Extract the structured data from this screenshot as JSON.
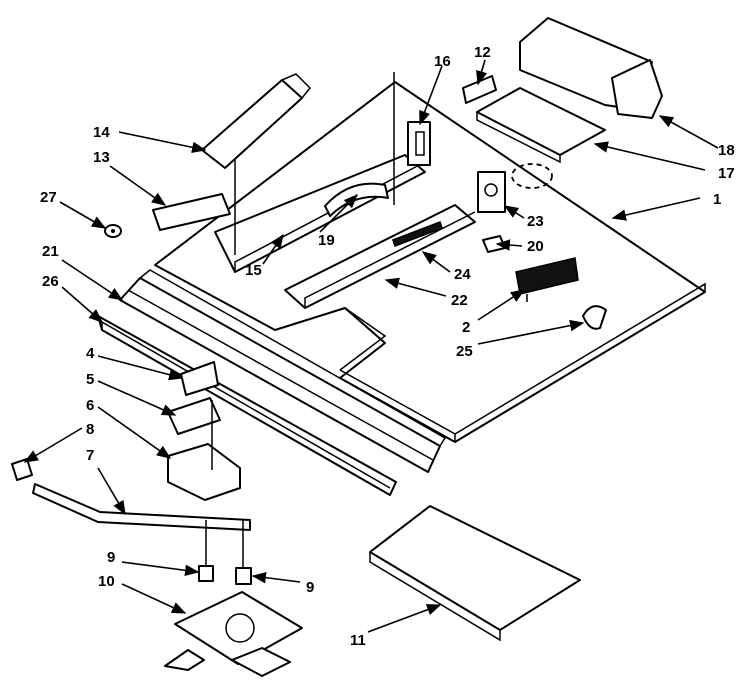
{
  "callouts": {
    "c1": "1",
    "c2": "2",
    "c4": "4",
    "c5": "5",
    "c6": "6",
    "c7": "7",
    "c8": "8",
    "c9a": "9",
    "c9b": "9",
    "c10": "10",
    "c11": "11",
    "c12": "12",
    "c13": "13",
    "c14": "14",
    "c15": "15",
    "c16": "16",
    "c17": "17",
    "c18": "18",
    "c19": "19",
    "c20": "20",
    "c21": "21",
    "c22": "22",
    "c23": "23",
    "c24": "24",
    "c25": "25",
    "c26": "26",
    "c27": "27"
  }
}
